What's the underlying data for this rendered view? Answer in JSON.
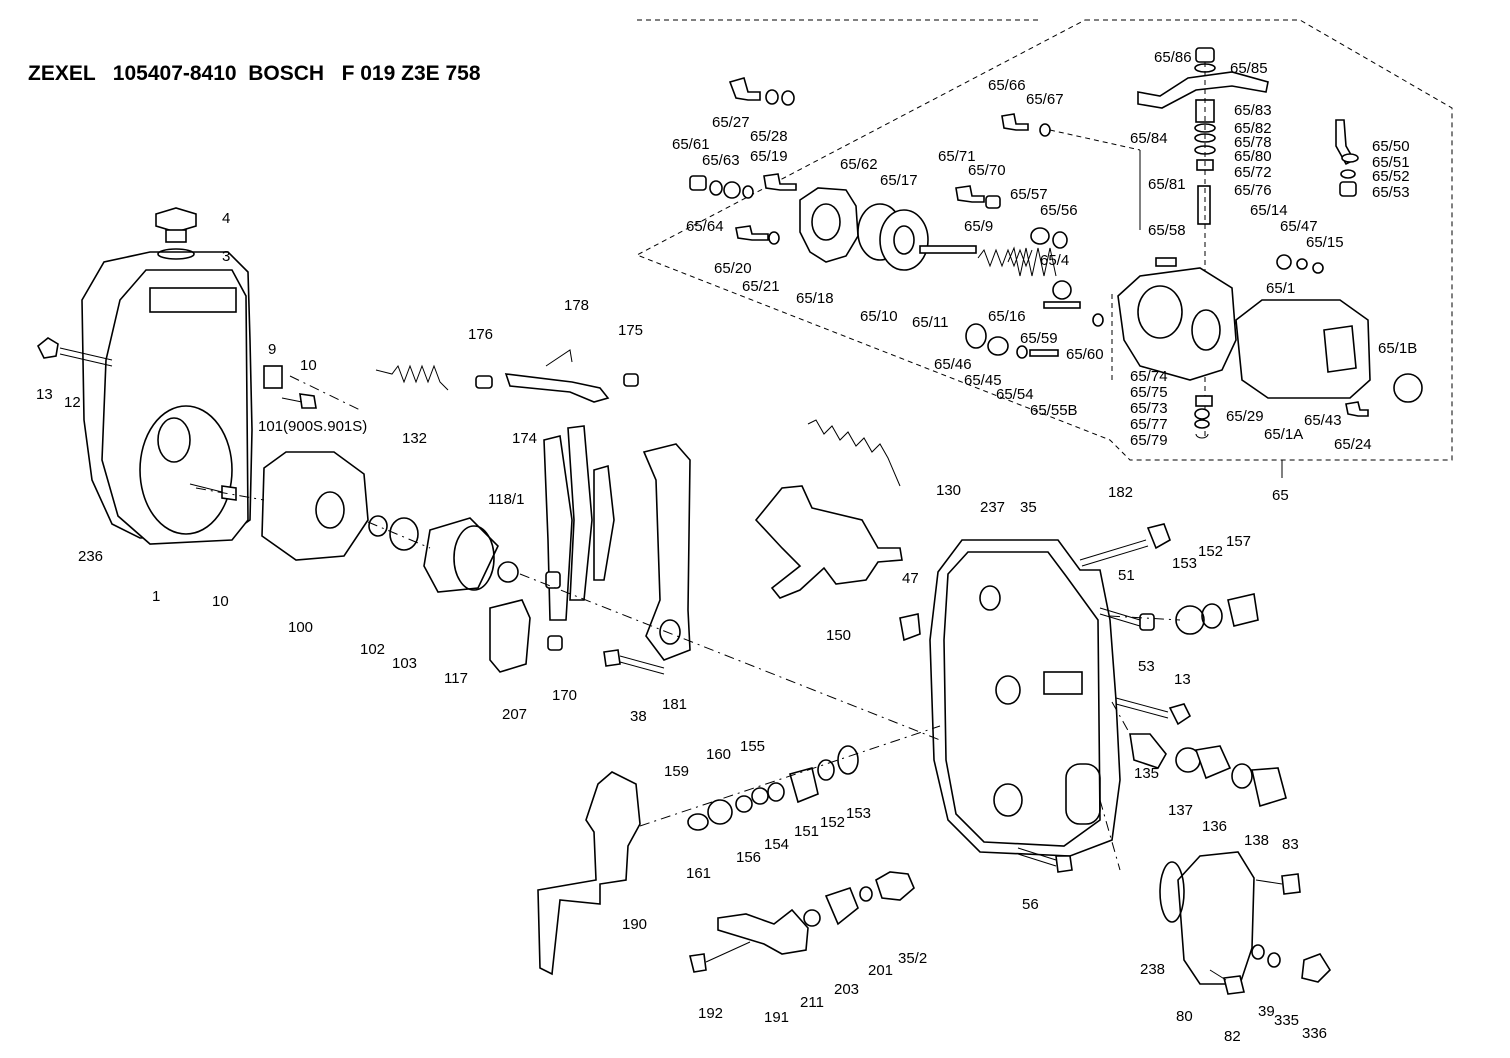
{
  "header": {
    "title": "ZEXEL   105407-8410  BOSCH   F 019 Z3E 758"
  },
  "colors": {
    "ink": "#000000",
    "paper": "#ffffff"
  },
  "labels": {
    "p4": "4",
    "p3": "3",
    "p13a": "13",
    "p12": "12",
    "p236": "236",
    "p1": "1",
    "p10a": "10",
    "p9": "9",
    "p10b": "10",
    "p101": "101(900S.901S)",
    "p132": "132",
    "p100": "100",
    "p102": "102",
    "p103": "103",
    "p117": "117",
    "p176": "176",
    "p178": "178",
    "p175": "175",
    "p174": "174",
    "p1181": "118/1",
    "p207": "207",
    "p170": "170",
    "p38": "38",
    "p181": "181",
    "p130": "130",
    "p150": "150",
    "p237": "237",
    "p35": "35",
    "p182": "182",
    "p47": "47",
    "p51": "51",
    "p153a": "153",
    "p152a": "152",
    "p157": "157",
    "p53": "53",
    "p13b": "13",
    "p135": "135",
    "p137": "137",
    "p136": "136",
    "p138": "138",
    "p159": "159",
    "p160": "160",
    "p155": "155",
    "p161": "161",
    "p156": "156",
    "p154": "154",
    "p151": "151",
    "p152b": "152",
    "p153b": "153",
    "p190": "190",
    "p56": "56",
    "p83": "83",
    "p192": "192",
    "p191": "191",
    "p211": "211",
    "p203": "203",
    "p201": "201",
    "p352": "35/2",
    "p238": "238",
    "p80": "80",
    "p82": "82",
    "p39": "39",
    "p335": "335",
    "p336": "336",
    "p65": "65",
    "g6586": "65/86",
    "g6585": "65/85",
    "g6566": "65/66",
    "g6567": "65/67",
    "g6583": "65/83",
    "g6582": "65/82",
    "g6578": "65/78",
    "g6580": "65/80",
    "g6572": "65/72",
    "g6576": "65/76",
    "g6581": "65/81",
    "g6584": "65/84",
    "g6550": "65/50",
    "g6551": "65/51",
    "g6552": "65/52",
    "g6553": "65/53",
    "g6527": "65/27",
    "g6528": "65/28",
    "g6519": "65/19",
    "g6561": "65/61",
    "g6563": "65/63",
    "g6564": "65/64",
    "g6520": "65/20",
    "g6521": "65/21",
    "g6518": "65/18",
    "g6562": "65/62",
    "g6517": "65/17",
    "g6510": "65/10",
    "g6511": "65/11",
    "g6571": "65/71",
    "g6570": "65/70",
    "g659": "65/9",
    "g6557": "65/57",
    "g6556": "65/56",
    "g6558": "65/58",
    "g654": "65/4",
    "g6516": "65/16",
    "g6559": "65/59",
    "g6560": "65/60",
    "g6546": "65/46",
    "g6545": "65/45",
    "g6554": "65/54",
    "g6555B": "65/55B",
    "g6514": "65/14",
    "g6547": "65/47",
    "g6515": "65/15",
    "g651": "65/1",
    "g651B": "65/1B",
    "g6574": "65/74",
    "g6575": "65/75",
    "g6573": "65/73",
    "g6577": "65/77",
    "g6579": "65/79",
    "g6529": "65/29",
    "g651A": "65/1A",
    "g6543": "65/43",
    "g6524": "65/24"
  }
}
